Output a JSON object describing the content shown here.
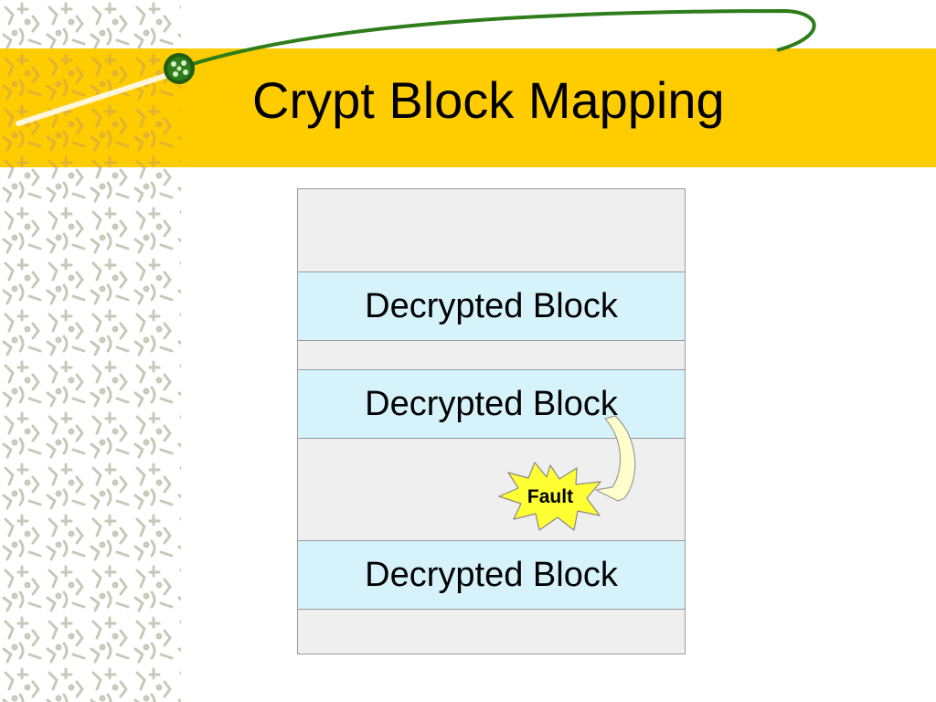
{
  "slide": {
    "title": "Crypt Block Mapping"
  },
  "diagram": {
    "blocks": [
      {
        "label": "Decrypted Block"
      },
      {
        "label": "Decrypted Block"
      },
      {
        "label": "Decrypted Block"
      }
    ],
    "fault_label": "Fault"
  },
  "colors": {
    "title_band": "#ffcc00",
    "block_fill": "#d6f3fb",
    "memory_fill": "#efefef",
    "fault_burst": "#ffff33",
    "arrow_fill": "#ffffcc",
    "swoosh": "#2e7d1a"
  },
  "icons": {
    "title_ornament": "green-orb-icon",
    "fault_shape": "explosion-burst-icon",
    "fault_arrow": "curved-arrow-icon"
  }
}
